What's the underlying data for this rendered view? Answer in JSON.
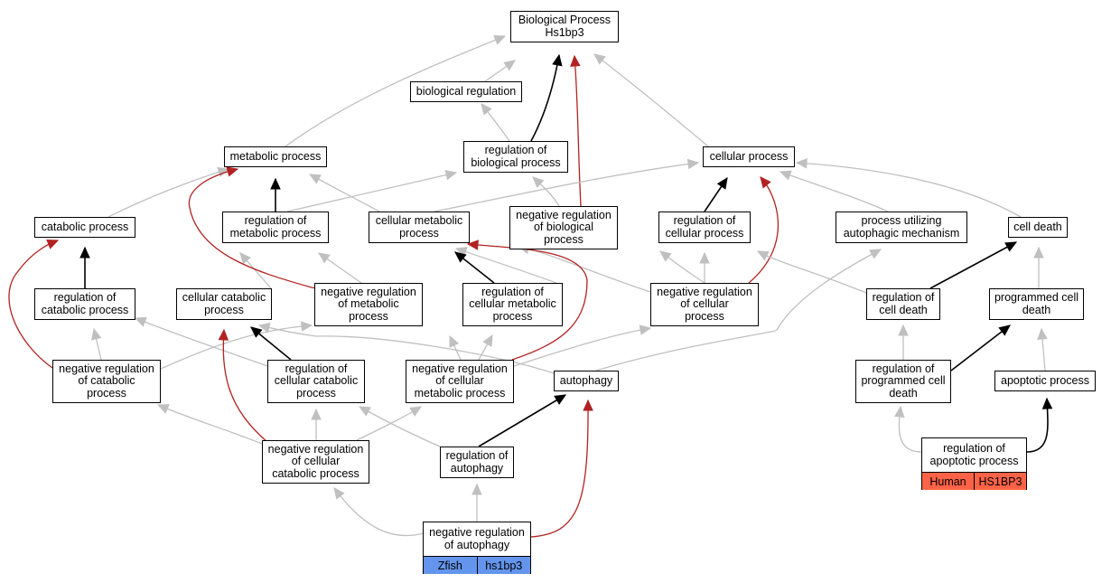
{
  "colors": {
    "gray_edge": "#c0c0c0",
    "black_edge": "#000000",
    "red_edge": "#b22222",
    "zfish_fill": "#6495ed",
    "human_fill": "#ff6347"
  },
  "nodes": {
    "bp_root": "Biological Process\nHs1bp3",
    "biological_regulation": "biological regulation",
    "metabolic_process": "metabolic process",
    "regulation_of_biological_process": "regulation of\nbiological process",
    "cellular_process": "cellular process",
    "catabolic_process": "catabolic process",
    "regulation_of_metabolic_process": "regulation of\nmetabolic process",
    "cellular_metabolic_process": "cellular metabolic\nprocess",
    "negative_regulation_of_biological_process": "negative regulation\nof biological\nprocess",
    "regulation_of_cellular_process": "regulation of\ncellular process",
    "process_utilizing_autophagic_mechanism": "process utilizing\nautophagic mechanism",
    "cell_death": "cell death",
    "regulation_of_catabolic_process": "regulation of\ncatabolic process",
    "cellular_catabolic_process": "cellular catabolic\nprocess",
    "negative_regulation_of_metabolic_process": "negative regulation\nof metabolic\nprocess",
    "regulation_of_cellular_metabolic_process": "regulation of\ncellular metabolic\nprocess",
    "negative_regulation_of_cellular_process": "negative regulation\nof cellular\nprocess",
    "regulation_of_cell_death": "regulation of\ncell death",
    "programmed_cell_death": "programmed cell\ndeath",
    "negative_regulation_of_catabolic_process": "negative regulation\nof catabolic\nprocess",
    "regulation_of_cellular_catabolic_process": "regulation of\ncellular catabolic\nprocess",
    "negative_regulation_of_cellular_metabolic_process": "negative regulation\nof cellular\nmetabolic process",
    "autophagy": "autophagy",
    "regulation_of_programmed_cell_death": "regulation of\nprogrammed cell\ndeath",
    "apoptotic_process": "apoptotic process",
    "negative_regulation_of_cellular_catabolic_process": "negative regulation\nof cellular\ncatabolic process",
    "regulation_of_autophagy": "regulation of\nautophagy"
  },
  "annotated_nodes": {
    "negative_regulation_of_autophagy": {
      "label": "negative regulation\nof autophagy",
      "species": "Zfish",
      "gene": "hs1bp3"
    },
    "regulation_of_apoptotic_process": {
      "label": "regulation of\napoptotic process",
      "species": "Human",
      "gene": "HS1BP3"
    }
  }
}
